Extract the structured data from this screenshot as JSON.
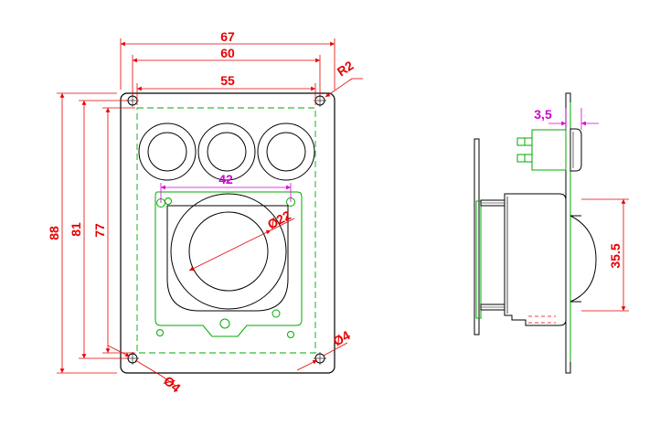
{
  "colors": {
    "outline": "#000000",
    "dimension": "#e60000",
    "highlight": "#d400d4",
    "pcb": "#00aa00",
    "background": "#ffffff"
  },
  "front_view": {
    "dims": {
      "width_outer": "67",
      "hole_span": "60",
      "inner_width": "55",
      "corner_radius": "R2",
      "height_outer": "88",
      "hole_span_vertical": "81",
      "inner_height": "77",
      "trackball_dia": "Ø22",
      "mount_hole_left": "Ø4",
      "mount_hole_right": "Ø4"
    },
    "pcb_hole_spacing": "42"
  },
  "side_view": {
    "dims": {
      "button_offset": "3,5",
      "ball_height": "35.5"
    }
  }
}
